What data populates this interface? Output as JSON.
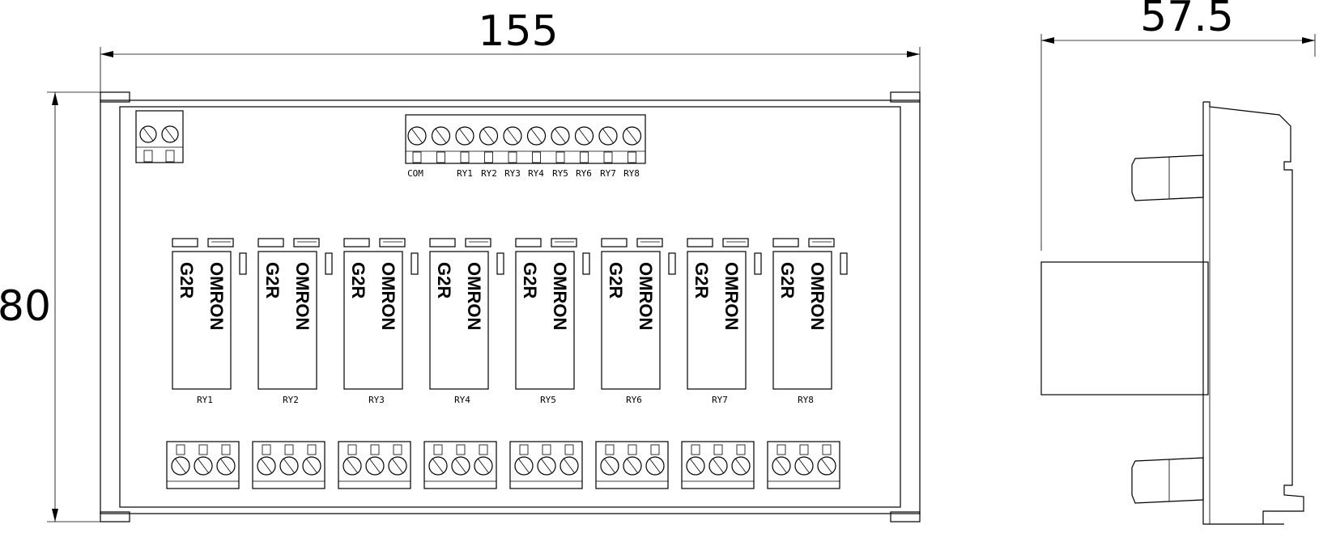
{
  "dimensions": {
    "width": "155",
    "height": "80",
    "depth": "57.5"
  },
  "top_terminal_labels": [
    "COM",
    "RY1",
    "RY2",
    "RY3",
    "RY4",
    "RY5",
    "RY6",
    "RY7",
    "RY8"
  ],
  "relays": [
    {
      "brand": "OMRON",
      "model": "G2R",
      "label": "RY1"
    },
    {
      "brand": "OMRON",
      "model": "G2R",
      "label": "RY2"
    },
    {
      "brand": "OMRON",
      "model": "G2R",
      "label": "RY3"
    },
    {
      "brand": "OMRON",
      "model": "G2R",
      "label": "RY4"
    },
    {
      "brand": "OMRON",
      "model": "G2R",
      "label": "RY5"
    },
    {
      "brand": "OMRON",
      "model": "G2R",
      "label": "RY6"
    },
    {
      "brand": "OMRON",
      "model": "G2R",
      "label": "RY7"
    },
    {
      "brand": "OMRON",
      "model": "G2R",
      "label": "RY8"
    }
  ]
}
